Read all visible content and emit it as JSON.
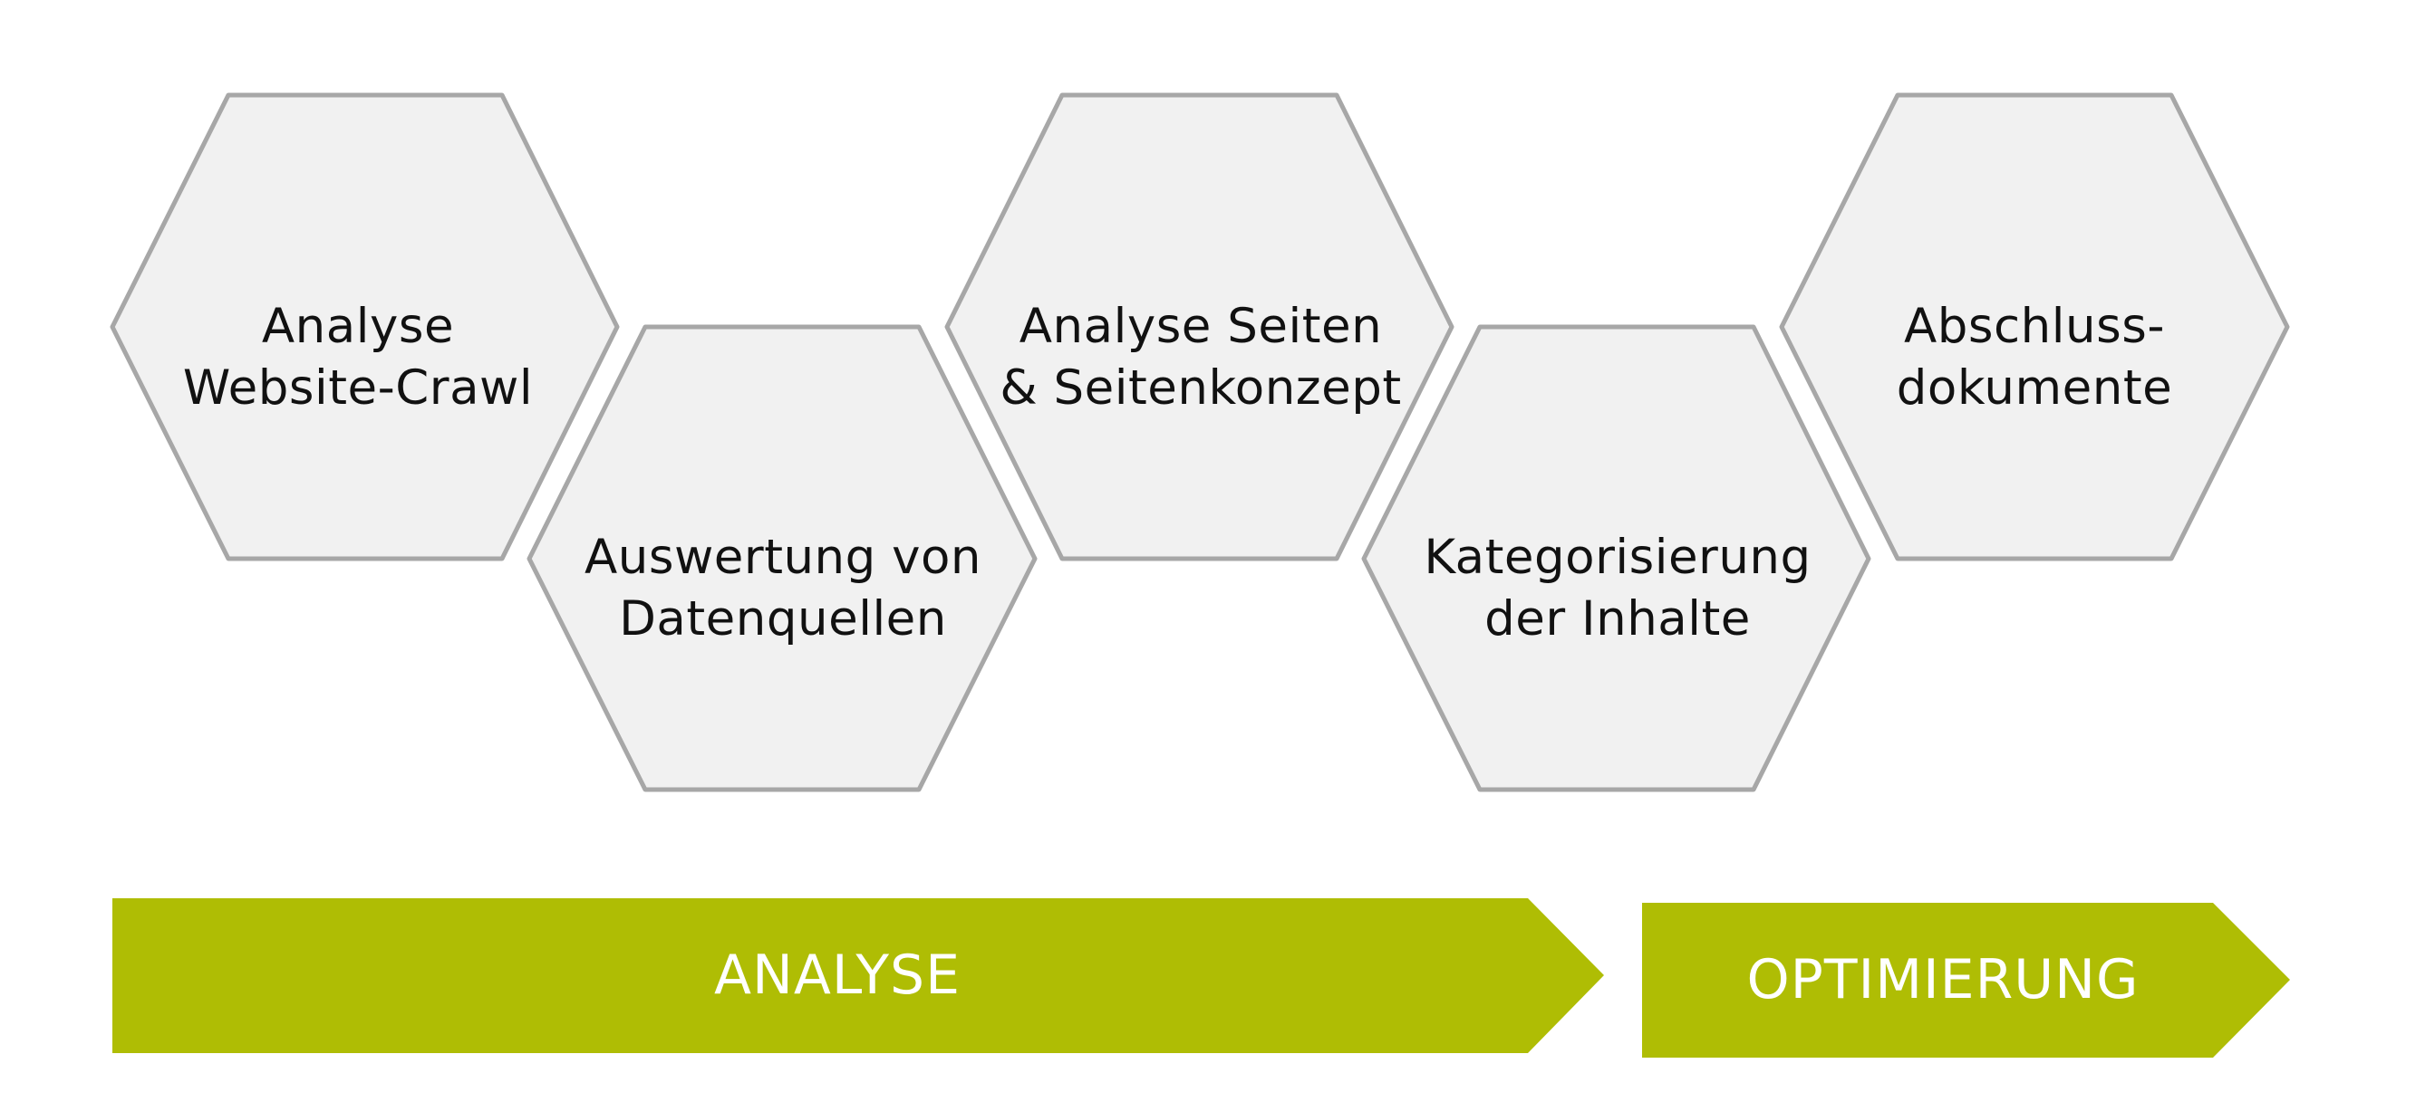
{
  "colors": {
    "hex_fill": "#f1f1f1",
    "hex_stroke": "#a7a7a7",
    "phase_fill": "#afbd04",
    "text_dark": "#111111",
    "text_light": "#ffffff"
  },
  "hexagons": [
    {
      "line1": "Analyse",
      "line2": "Website-Crawl"
    },
    {
      "line1": "Auswertung von",
      "line2": "Datenquellen"
    },
    {
      "line1": "Analyse Seiten",
      "line2": "& Seitenkonzept"
    },
    {
      "line1": "Kategorisierung",
      "line2": "der Inhalte"
    },
    {
      "line1": "Abschluss-",
      "line2": "dokumente"
    }
  ],
  "phases": [
    {
      "label": "ANALYSE"
    },
    {
      "label": "OPTIMIERUNG"
    }
  ]
}
